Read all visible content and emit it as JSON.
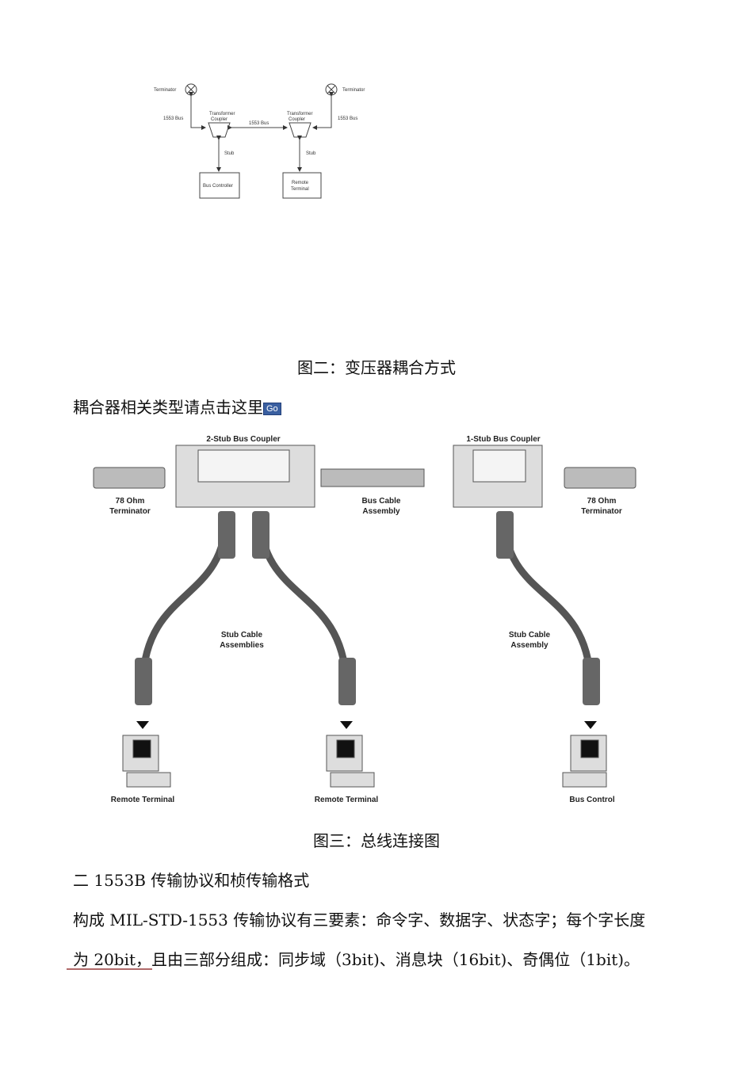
{
  "figure1": {
    "labels": {
      "terminator_left": "Terminator",
      "terminator_right": "Terminator",
      "bus_left": "1553 Bus",
      "bus_mid": "1553 Bus",
      "bus_right": "1553 Bus",
      "coupler_left": [
        "Transformer",
        "Coupler"
      ],
      "coupler_right": [
        "Transformer",
        "Coupler"
      ],
      "stub_left": "Stub",
      "stub_right": "Stub",
      "bus_controller": "Bus Controller",
      "remote_terminal": [
        "Remote",
        "Terminal"
      ]
    },
    "caption": "图二：变压器耦合方式"
  },
  "link_line": {
    "text": "耦合器相关类型请点击这里",
    "go_button": "Go"
  },
  "figure2": {
    "labels": {
      "two_stub": "2-Stub Bus Coupler",
      "one_stub": "1-Stub Bus Coupler",
      "term_left": [
        "78 Ohm",
        "Terminator"
      ],
      "term_right": [
        "78 Ohm",
        "Terminator"
      ],
      "bus_cable": [
        "Bus Cable",
        "Assembly"
      ],
      "stub_cables": [
        "Stub Cable",
        "Assemblies"
      ],
      "stub_cable": [
        "Stub Cable",
        "Assembly"
      ],
      "rt1": "Remote Terminal",
      "rt2": "Remote Terminal",
      "bc": "Bus Control"
    },
    "caption": "图三：总线连接图"
  },
  "section": {
    "heading": "二 1553B 传输协议和桢传输格式",
    "line1": "构成 MIL-STD-1553 传输协议有三要素：命令字、数据字、状态字；每个字长度",
    "line2": "为 20bit，且由三部分组成：同步域（3bit)、消息块（16bit)、奇偶位（1bit)。"
  }
}
